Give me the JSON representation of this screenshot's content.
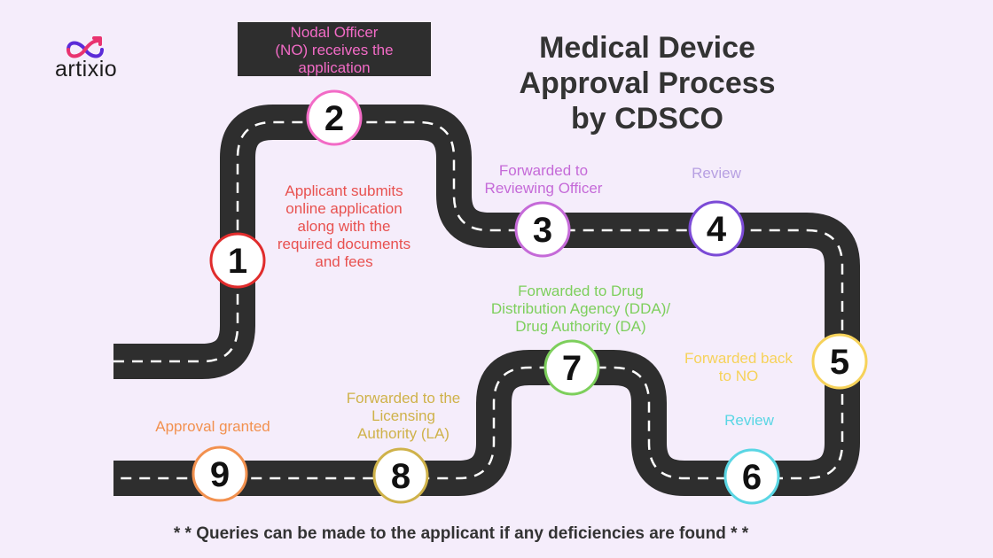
{
  "logo": {
    "text": "artixio",
    "colors": {
      "primary": "#e9336f",
      "secondary": "#5b2bd8"
    }
  },
  "title": {
    "lines": [
      "Medical Device",
      "Approval Process",
      "by CDSCO"
    ]
  },
  "steps": [
    {
      "number": "1",
      "color": "#e02c2c",
      "label": [
        "Applicant submits",
        "online application",
        "along with the",
        "required documents",
        "and fees"
      ]
    },
    {
      "number": "2",
      "color": "#f26bc6",
      "label": [
        "Nodal Officer",
        "(NO) receives the",
        "application"
      ]
    },
    {
      "number": "3",
      "color": "#c56ad8",
      "label": [
        "Forwarded to",
        "Reviewing Officer"
      ]
    },
    {
      "number": "4",
      "color": "#7b4ad6",
      "label": [
        "Review"
      ]
    },
    {
      "number": "5",
      "color": "#f6d25a",
      "label": [
        "Forwarded back",
        "to NO"
      ]
    },
    {
      "number": "6",
      "color": "#5ad6e4",
      "label": [
        "Review"
      ]
    },
    {
      "number": "7",
      "color": "#7dcf5c",
      "label": [
        "Forwarded to Drug",
        "Distribution Agency (DDA)/",
        "Drug Authority (DA)"
      ]
    },
    {
      "number": "8",
      "color": "#cfb24a",
      "label": [
        "Forwarded to the",
        "Licensing",
        "Authority (LA)"
      ]
    },
    {
      "number": "9",
      "color": "#f2914f",
      "label": [
        "Approval granted"
      ]
    }
  ],
  "footnote": "* * Queries can be made to the applicant if any deficiencies are found * *",
  "colors": {
    "background": "#f5edfb",
    "road": "#2e2e2e",
    "lane": "#ffffff",
    "title": "#333333"
  }
}
